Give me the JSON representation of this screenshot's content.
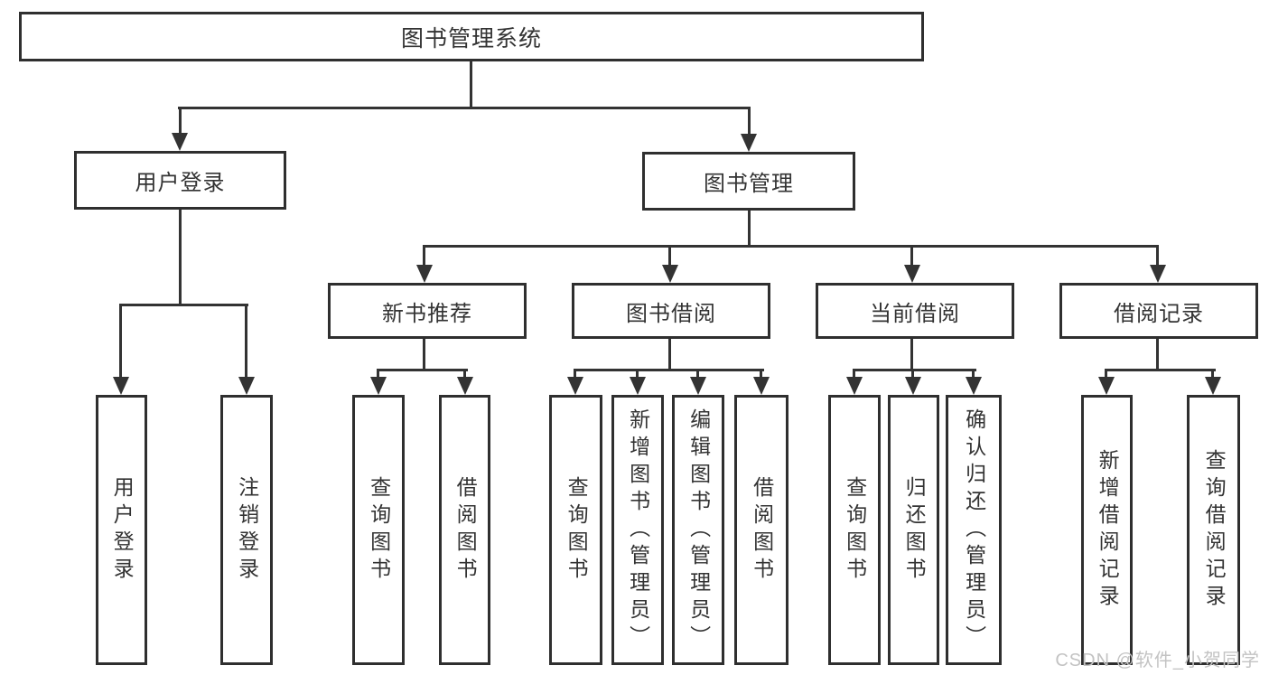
{
  "diagram": {
    "root": {
      "label": "图书管理系统"
    },
    "branches": [
      {
        "label": "用户登录",
        "children": [
          {
            "label": "用户登录"
          },
          {
            "label": "注销登录"
          }
        ]
      },
      {
        "label": "图书管理",
        "children": [
          {
            "label": "新书推荐",
            "children": [
              {
                "label": "查询图书"
              },
              {
                "label": "借阅图书"
              }
            ]
          },
          {
            "label": "图书借阅",
            "children": [
              {
                "label": "查询图书"
              },
              {
                "label": "新增图书（管理员）"
              },
              {
                "label": "编辑图书（管理员）"
              },
              {
                "label": "借阅图书"
              }
            ]
          },
          {
            "label": "当前借阅",
            "children": [
              {
                "label": "查询图书"
              },
              {
                "label": "归还图书"
              },
              {
                "label": "确认归还（管理员）"
              }
            ]
          },
          {
            "label": "借阅记录",
            "children": [
              {
                "label": "新增借阅记录"
              },
              {
                "label": "查询借阅记录"
              }
            ]
          }
        ]
      }
    ]
  },
  "watermark": {
    "text": "CSDN @软件_小贺同学"
  },
  "colors": {
    "line": "#333333",
    "box_border": "#2f2f2f",
    "text": "#333333",
    "watermark": "#c3c3c3",
    "background": "#ffffff"
  }
}
